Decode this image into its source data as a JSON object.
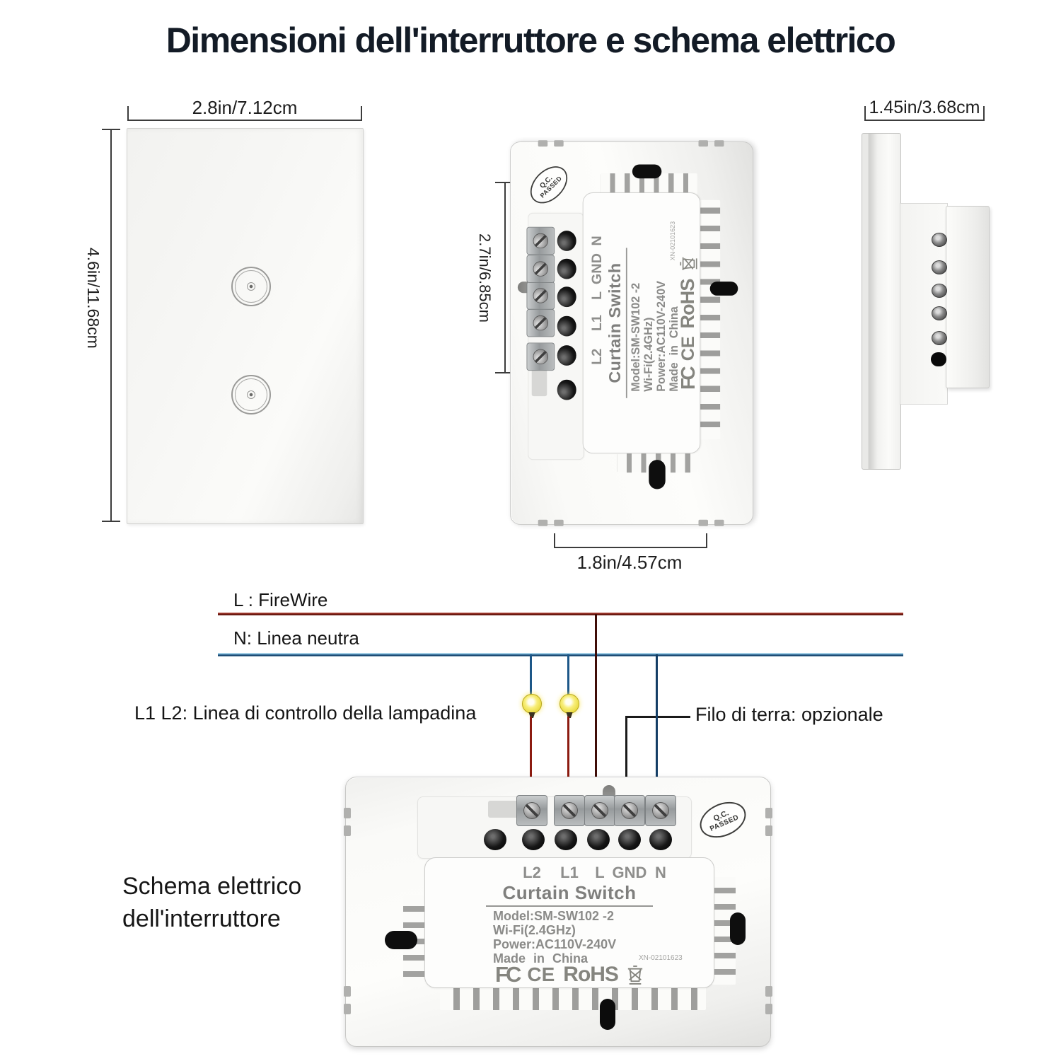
{
  "title": "Dimensioni dell'interruttore e schema elettrico",
  "front_view": {
    "width_label": "2.8in/7.12cm",
    "height_label": "4.6in/11.68cm"
  },
  "back_view_top": {
    "height_label": "2.7in/6.85cm",
    "width_label": "1.8in/4.57cm"
  },
  "side_view": {
    "width_label": "1.45in/3.68cm"
  },
  "wiring": {
    "live_label": "L : FireWire",
    "neutral_label": "N: Linea neutra",
    "control_label": "L1 L2: Linea di controllo della lampadina",
    "ground_label": "Filo di terra: opzionale",
    "caption_line1": "Schema elettrico",
    "caption_line2": "dell'interruttore",
    "colors": {
      "live": "#8e241a",
      "neutral": "#1b4f7d",
      "ground": "#1a1a1a",
      "bulb": "#f0e14a"
    }
  },
  "switch_unit": {
    "qc_line1": "Q.C.",
    "qc_line2": "PASSED",
    "terminals": [
      "L2",
      "L1",
      "L",
      "GND",
      "N"
    ],
    "product_name": "Curtain Switch",
    "model": "Model:SM-SW102 -2",
    "wifi": "Wi-Fi(2.4GHz)",
    "power": "Power:AC110V-240V",
    "origin": "Made in China",
    "serial": "XN-02101623",
    "cert_fcc": "FC",
    "cert_ce": "CE",
    "cert_rohs": "RoHS"
  }
}
